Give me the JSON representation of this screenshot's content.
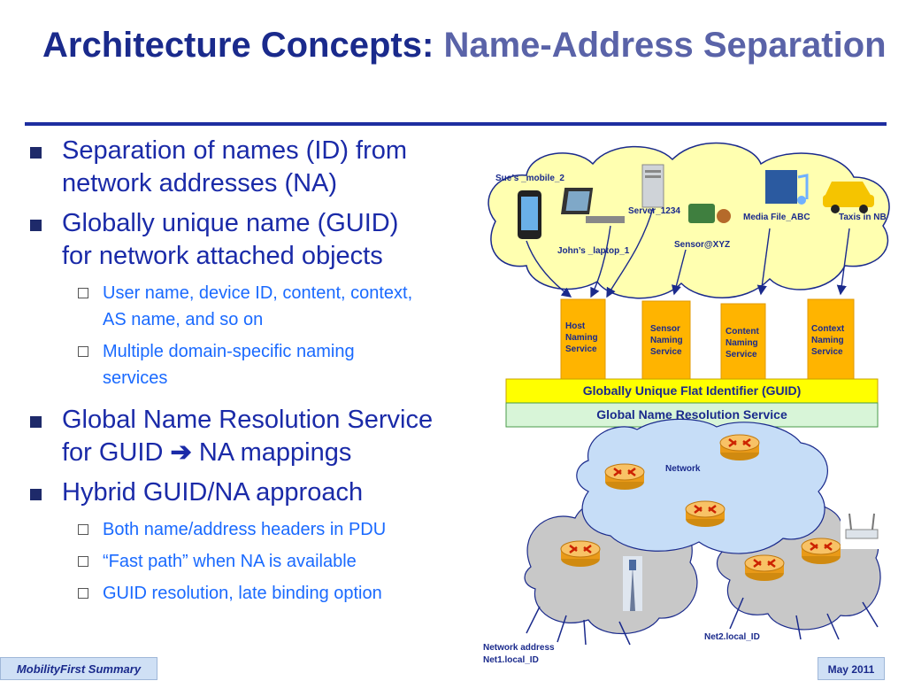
{
  "slide": {
    "title_main": "Architecture Concepts:",
    "title_accent": "Name-Address Separation",
    "bullets": [
      {
        "text": "Separation of names (ID) from\nnetwork addresses (NA)"
      },
      {
        "text": "Globally unique name (GUID)\nfor network attached objects",
        "sub": [
          "User name, device ID, content, context,\nAS name, and so on",
          "Multiple domain-specific naming\nservices"
        ]
      },
      {
        "text_before_arrow": "Global Name Resolution Service\nfor GUID",
        "arrow": "➔",
        "text_after_arrow": "NA mappings"
      },
      {
        "text": "Hybrid GUID/NA approach",
        "sub": [
          "Both name/address headers in PDU",
          "“Fast path” when NA is available",
          "GUID resolution, late binding option"
        ]
      }
    ]
  },
  "diagram": {
    "objects": {
      "sues_mobile": "Sue’s _mobile_2",
      "server": "Server_1234",
      "johns_laptop": "John’s _laptop_1",
      "sensor": "Sensor@XYZ",
      "media_file": "Media File_ABC",
      "taxis": "Taxis in NB"
    },
    "naming_services": [
      "Host\nNaming\nService",
      "Sensor\nNaming\nService",
      "Content\nNaming\nService",
      "Context\nNaming\nService"
    ],
    "guid_bar": "Globally Unique Flat Identifier (GUID)",
    "gnrs_bar": "Global Name Resolution Service",
    "network_label": "Network",
    "net1_label": "Network address",
    "net1_id": "Net1.local_ID",
    "net2_id": "Net2.local_ID",
    "colors": {
      "cloud_top": "#ffffb0",
      "naming_box": "#ffb400",
      "guid_bar": "#ffff00",
      "gnrs_bar": "#d8f5d8",
      "network_cloud": "#c6ddf7",
      "gray_cloud": "#c8c8c8",
      "router": "#f5a623"
    },
    "icons": [
      "smartphone-icon",
      "laptop-icon",
      "server-icon",
      "sensor-board-icon",
      "media-file-icon",
      "taxi-icon",
      "router-icon",
      "wireless-access-point-icon",
      "antenna-tower-icon"
    ]
  },
  "footer": {
    "left": "MobilityFirst Summary",
    "right": "May 2011"
  }
}
